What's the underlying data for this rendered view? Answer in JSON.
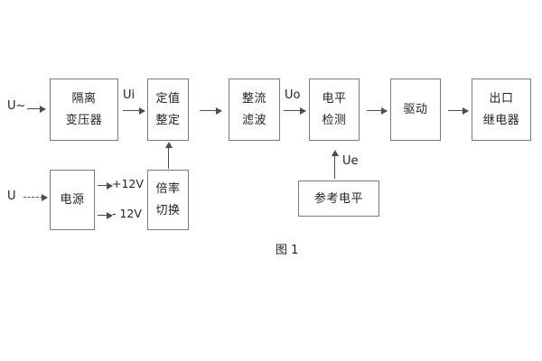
{
  "figure": {
    "caption": "图 1",
    "colors": {
      "box_border": "#7a7a7a",
      "line": "#4d4d4d",
      "text": "#231f20",
      "background": "#ffffff"
    }
  },
  "inputs": {
    "ac_source_label": "U~",
    "dc_source_label": "U"
  },
  "signals": {
    "ui": "Ui",
    "uo": "Uo",
    "ue": "Ue",
    "supply_positive": "+12V",
    "supply_negative": "- 12V"
  },
  "blocks": {
    "isolation_transformer": {
      "line1": "隔离",
      "line2": "变压器"
    },
    "setting_value": {
      "line1": "定值",
      "line2": "整定"
    },
    "rectify_filter": {
      "line1": "整流",
      "line2": "滤波"
    },
    "level_detect": {
      "line1": "电平",
      "line2": "检测"
    },
    "drive": {
      "line1": "驱动"
    },
    "output_relay": {
      "line1": "出口",
      "line2": "继电器"
    },
    "power_supply": {
      "line1": "电源"
    },
    "multiplier_switch": {
      "line1": "倍率",
      "line2": "切换"
    },
    "reference_level": {
      "line1": "参考电平"
    }
  }
}
